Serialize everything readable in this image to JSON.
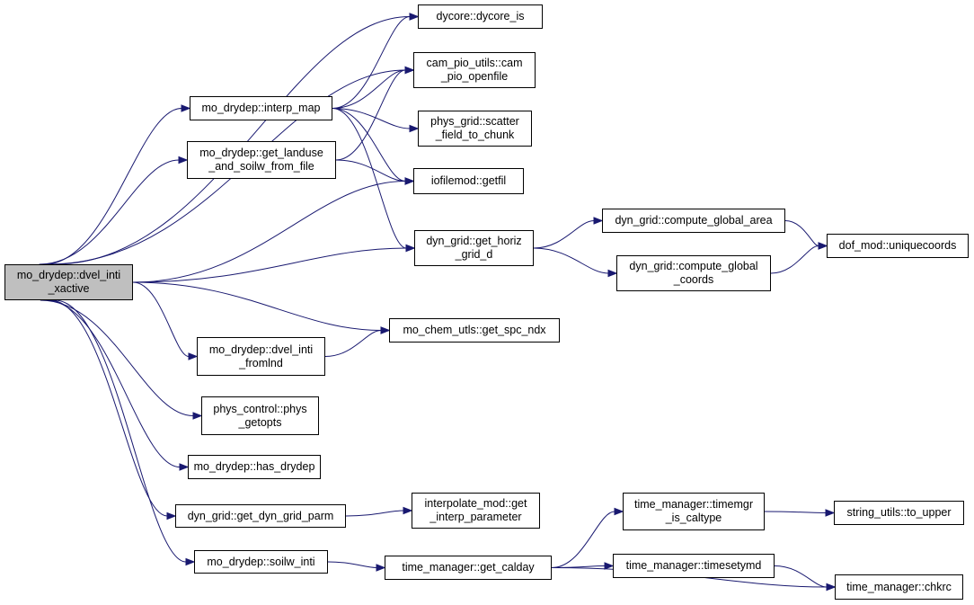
{
  "colors": {
    "edge": "#191970",
    "root_fill": "#bfbfbf",
    "node_fill": "#ffffff",
    "border": "#000000"
  },
  "nodes": {
    "root": [
      "mo_drydep::dvel_inti",
      "_xactive"
    ],
    "dycore_is": [
      "dycore::dycore_is"
    ],
    "cam_pio_openfile": [
      "cam_pio_utils::cam",
      "_pio_openfile"
    ],
    "interp_map": [
      "mo_drydep::interp_map"
    ],
    "scatter_field": [
      "phys_grid::scatter",
      "_field_to_chunk"
    ],
    "get_landuse": [
      "mo_drydep::get_landuse",
      "_and_soilw_from_file"
    ],
    "getfil": [
      "iofilemod::getfil"
    ],
    "compute_global_area": [
      "dyn_grid::compute_global_area"
    ],
    "get_horiz_grid_d": [
      "dyn_grid::get_horiz",
      "_grid_d"
    ],
    "uniquecoords": [
      "dof_mod::uniquecoords"
    ],
    "compute_global_coords": [
      "dyn_grid::compute_global",
      "_coords"
    ],
    "get_spc_ndx": [
      "mo_chem_utls::get_spc_ndx"
    ],
    "dvel_inti_fromlnd": [
      "mo_drydep::dvel_inti",
      "_fromlnd"
    ],
    "phys_getopts": [
      "phys_control::phys",
      "_getopts"
    ],
    "has_drydep": [
      "mo_drydep::has_drydep"
    ],
    "get_dyn_grid_parm": [
      "dyn_grid::get_dyn_grid_parm"
    ],
    "get_interp_parameter": [
      "interpolate_mod::get",
      "_interp_parameter"
    ],
    "timemgr_is_caltype": [
      "time_manager::timemgr",
      "_is_caltype"
    ],
    "to_upper": [
      "string_utils::to_upper"
    ],
    "soilw_inti": [
      "mo_drydep::soilw_inti"
    ],
    "get_calday": [
      "time_manager::get_calday"
    ],
    "timesetymd": [
      "time_manager::timesetymd"
    ],
    "chkrc": [
      "time_manager::chkrc"
    ]
  },
  "edges": [
    [
      "root",
      "dycore_is"
    ],
    [
      "root",
      "cam_pio_openfile"
    ],
    [
      "root",
      "interp_map"
    ],
    [
      "root",
      "get_landuse"
    ],
    [
      "root",
      "getfil"
    ],
    [
      "root",
      "get_horiz_grid_d"
    ],
    [
      "root",
      "get_spc_ndx"
    ],
    [
      "root",
      "dvel_inti_fromlnd"
    ],
    [
      "root",
      "phys_getopts"
    ],
    [
      "root",
      "has_drydep"
    ],
    [
      "root",
      "get_dyn_grid_parm"
    ],
    [
      "root",
      "soilw_inti"
    ],
    [
      "interp_map",
      "dycore_is"
    ],
    [
      "interp_map",
      "cam_pio_openfile"
    ],
    [
      "interp_map",
      "scatter_field"
    ],
    [
      "interp_map",
      "getfil"
    ],
    [
      "interp_map",
      "get_horiz_grid_d"
    ],
    [
      "get_landuse",
      "cam_pio_openfile"
    ],
    [
      "get_landuse",
      "getfil"
    ],
    [
      "get_horiz_grid_d",
      "compute_global_area"
    ],
    [
      "get_horiz_grid_d",
      "compute_global_coords"
    ],
    [
      "compute_global_area",
      "uniquecoords"
    ],
    [
      "compute_global_coords",
      "uniquecoords"
    ],
    [
      "dvel_inti_fromlnd",
      "get_spc_ndx"
    ],
    [
      "get_dyn_grid_parm",
      "get_interp_parameter"
    ],
    [
      "soilw_inti",
      "get_calday"
    ],
    [
      "get_calday",
      "timemgr_is_caltype"
    ],
    [
      "get_calday",
      "timesetymd"
    ],
    [
      "get_calday",
      "chkrc"
    ],
    [
      "timemgr_is_caltype",
      "to_upper"
    ],
    [
      "timesetymd",
      "chkrc"
    ]
  ]
}
